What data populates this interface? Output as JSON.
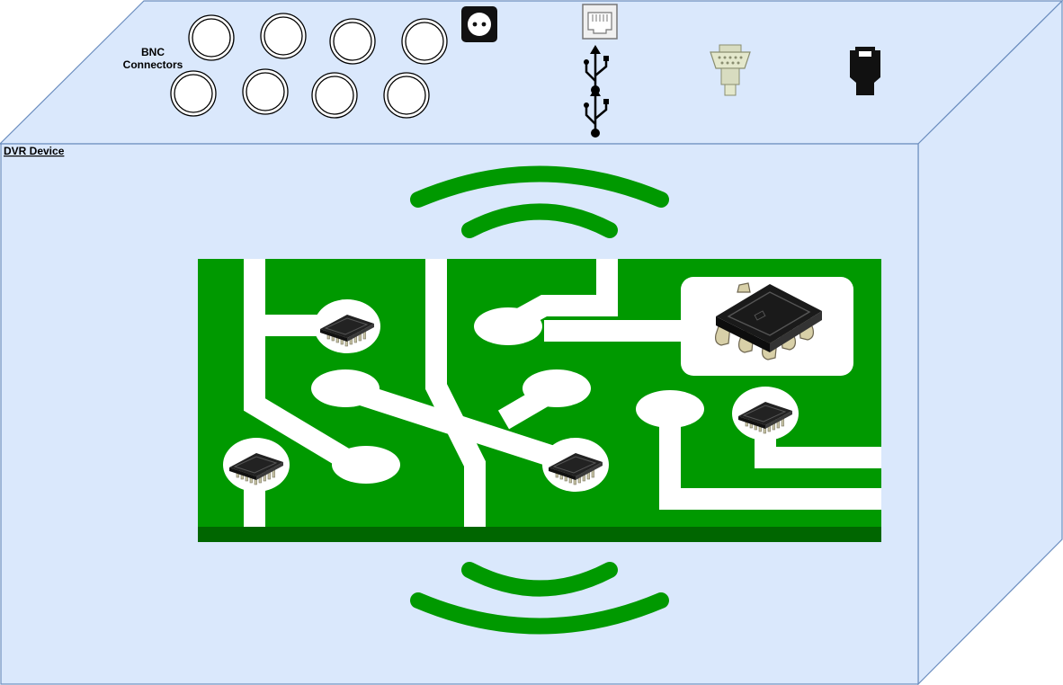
{
  "device": {
    "title": "DVR Device",
    "fill": "#dae8fc",
    "stroke": "#6c8ebf"
  },
  "connectors": {
    "bnc_label_line1": "BNC",
    "bnc_label_line2": "Connectors",
    "bnc_count": 8,
    "icons": [
      "power-socket-icon",
      "ethernet-rj45-icon",
      "usb-icon",
      "vga-serial-port-icon",
      "hdmi-port-icon"
    ]
  },
  "board": {
    "color": "#009900",
    "edge_color": "#006600",
    "chip_count": 5,
    "signal_icon": "wireless-signal-icon"
  }
}
